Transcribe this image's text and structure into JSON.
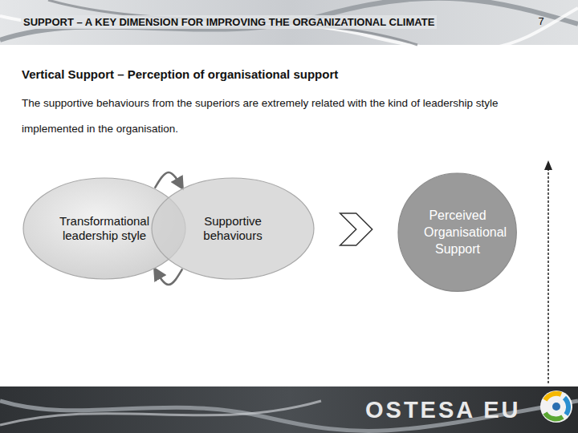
{
  "diagram": {
    "title": "SUPPORT – A KEY DIMENSION FOR IMPROVING THE ORGANIZATIONAL CLIMATE",
    "nodes": [
      {
        "text": [
          "Transformational leadership style"
        ]
      },
      {
        "text": [
          "Supportive behaviours"
        ]
      },
      {
        "text": [
          "Perceived Organisational Support"
        ]
      }
    ],
    "edges": [
      {
        "from": 0,
        "to": 1,
        "arrow": "to"
      },
      {
        "from": 1,
        "to": 0,
        "arrow": "to"
      },
      {
        "from": 1,
        "to": 2,
        "arrow": "to"
      }
    ],
    "labels": [
      "7",
      "Vertical Support – Perception of organisational support",
      "The supportive behaviours from the superiors are extremely related with the kind of leadership style implemented in the organisation.",
      "OSTESA EU"
    ]
  }
}
